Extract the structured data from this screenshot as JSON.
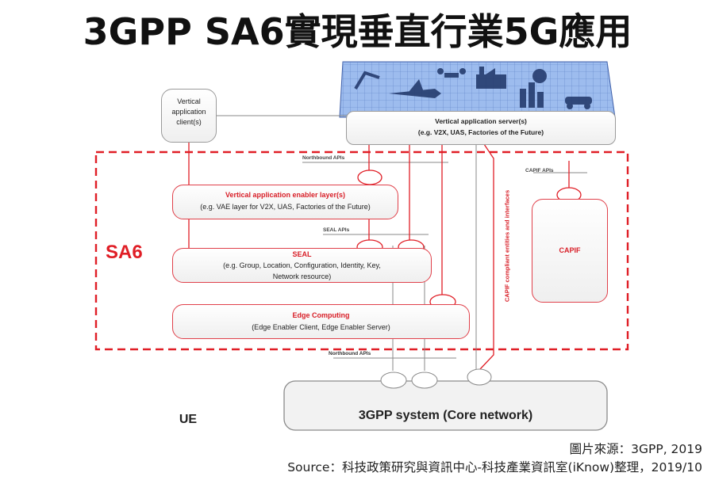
{
  "title": "3GPP SA6實現垂直行業5G應用",
  "labels": {
    "vertical_client": [
      "Vertical",
      "application",
      "client(s)"
    ],
    "ue": "UE",
    "vertical_server": [
      "Vertical application server(s)",
      "(e.g. V2X, UAS, Factories of the Future)"
    ],
    "northbound_top": "Northbound APIs",
    "vae_title": "Vertical application enabler layer(s)",
    "vae_sub": "(e.g. VAE layer for V2X, UAS, Factories of the Future)",
    "seal_apis": "SEAL APIs",
    "seal_title": "SEAL",
    "seal_sub": [
      "(e.g. Group, Location, Configuration, Identity, Key,",
      "Network resource)"
    ],
    "edge_title": "Edge Computing",
    "edge_sub": "(Edge Enabler Client, Edge Enabler Server)",
    "sa6": "SA6",
    "capif_apis": "CAPIF APIs",
    "capif": "CAPIF",
    "capif_vertical": "CAPIF compliant entities and interfaces",
    "northbound_bottom": "Northbound APIs",
    "core": "3GPP system (Core network)"
  },
  "source": {
    "line1": "圖片來源：3GPP, 2019",
    "line2": "Source：科技政策研究與資訊中心-科技產業資訊室(iKnow)整理，2019/10"
  },
  "colors": {
    "accent_red": "#e01e26",
    "line_gray": "#888888",
    "banner_blue": "#8fb2e8"
  }
}
